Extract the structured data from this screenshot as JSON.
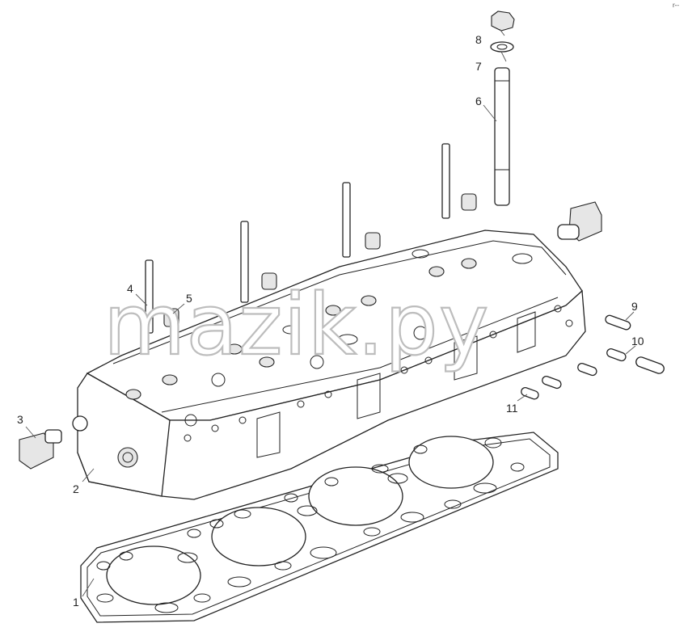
{
  "diagram": {
    "callouts": [
      {
        "id": "1",
        "text": "1"
      },
      {
        "id": "2",
        "text": "2"
      },
      {
        "id": "3",
        "text": "3"
      },
      {
        "id": "4",
        "text": "4"
      },
      {
        "id": "5",
        "text": "5"
      },
      {
        "id": "6",
        "text": "6"
      },
      {
        "id": "7",
        "text": "7"
      },
      {
        "id": "8",
        "text": "8"
      },
      {
        "id": "9",
        "text": "9"
      },
      {
        "id": "10",
        "text": "10"
      },
      {
        "id": "11",
        "text": "11"
      }
    ],
    "watermark": "mazik.py",
    "corner_mark": "r--"
  }
}
